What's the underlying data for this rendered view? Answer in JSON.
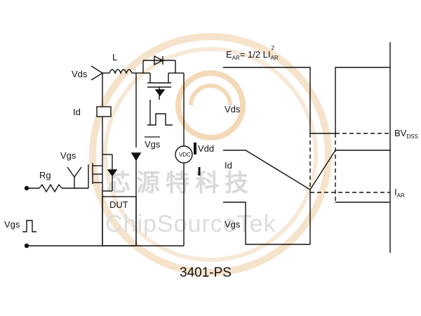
{
  "labels": {
    "vds": "Vds",
    "inductor": "L",
    "id": "Id",
    "vgs": "Vgs",
    "rg": "Rg",
    "dut": "DUT",
    "vgs_input": "Vgs",
    "vgs_bar": "Vgs",
    "vdd": "Vdd",
    "vdc": "VDC"
  },
  "waveform": {
    "equation_prefix": "E",
    "equation_prefix_sub": "AR",
    "equation_body": "= 1/2 LI",
    "equation_sub": "AR",
    "equation_sup": "2",
    "vds": "Vds",
    "id": "Id",
    "vgs": "Vgs",
    "bvdss": "BV",
    "bvdss_sub": "DSS",
    "iar": "I",
    "iar_sub": "AR"
  },
  "watermark": {
    "chinese": "芯源特科技",
    "english": "ChipSourceTek"
  },
  "caption": "3401-PS",
  "colors": {
    "line": "#111111",
    "watermark_ring": "#f3d9b8",
    "watermark_text": "#d9d9d9"
  }
}
